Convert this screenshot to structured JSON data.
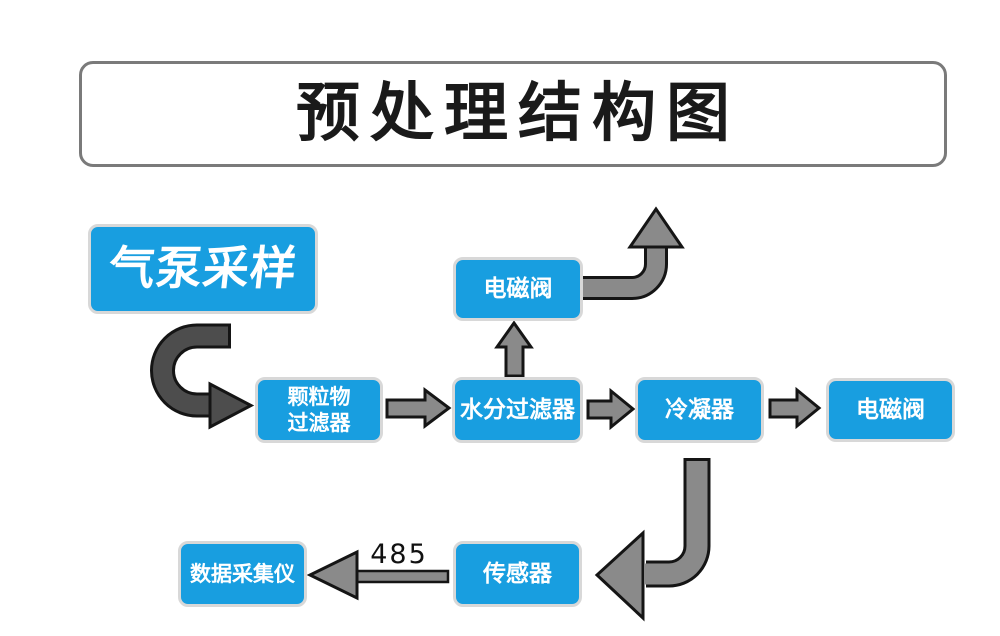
{
  "title": {
    "text": "预处理结构图"
  },
  "colors": {
    "box_blue": "#189EE0",
    "box_border": "#D8D8D8",
    "title_border": "#7A7A7A",
    "arrow_gray": "#8A8A8A",
    "arrow_dark": "#4D4D4D",
    "outline": "#151515"
  },
  "nodes": {
    "air_pump": {
      "label": "气泵采样"
    },
    "solenoid_valve_top": {
      "label": "电磁阀"
    },
    "particulate_filter": {
      "lines": [
        "颗粒物",
        "过滤器"
      ]
    },
    "moisture_filter": {
      "label": "水分过滤器"
    },
    "condenser": {
      "label": "冷凝器"
    },
    "solenoid_valve_outlet": {
      "label": "电磁阀"
    },
    "data_collector": {
      "label": "数据采集仪"
    },
    "sensor": {
      "label": "传感器"
    }
  },
  "connections": {
    "sensor_to_collector_protocol": "485"
  }
}
